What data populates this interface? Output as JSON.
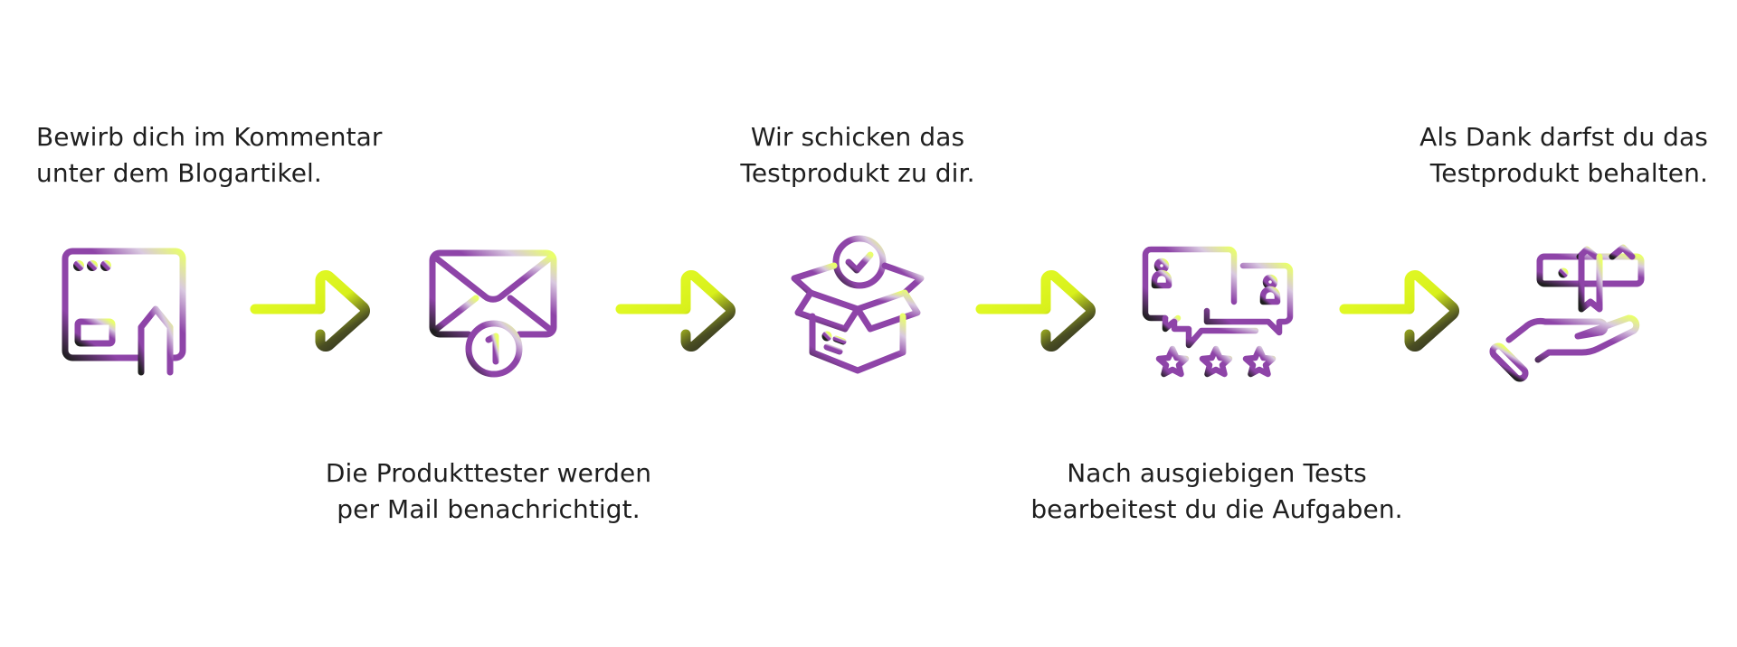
{
  "diagram": {
    "type": "process-flow",
    "colors": {
      "purple": "#8e44a8",
      "lime": "#e6ff2a",
      "dark": "#2a2a26",
      "text": "#1f1f1f",
      "background": "#ffffff"
    },
    "steps": [
      {
        "index": 1,
        "icon": "web-page-edit-icon",
        "text_position": "top",
        "lines": [
          "Bewirb dich im Kommentar",
          "unter dem Blogartikel."
        ]
      },
      {
        "index": 2,
        "icon": "envelope-notification-icon",
        "badge": "1",
        "text_position": "bottom",
        "lines": [
          "Die Produkttester werden",
          "per Mail benachrichtigt."
        ]
      },
      {
        "index": 3,
        "icon": "open-box-check-icon",
        "text_position": "top",
        "lines": [
          "Wir schicken das",
          "Testprodukt zu dir."
        ]
      },
      {
        "index": 4,
        "icon": "review-chat-stars-icon",
        "stars": 3,
        "text_position": "bottom",
        "lines": [
          "Nach ausgiebigen Tests",
          "bearbeitest du die Aufgaben."
        ]
      },
      {
        "index": 5,
        "icon": "hand-gift-icon",
        "text_position": "top",
        "lines": [
          "Als Dank darfst du das",
          "Testprodukt behalten."
        ]
      }
    ],
    "connectors": [
      {
        "from": 1,
        "to": 2,
        "icon": "arrow-right-icon"
      },
      {
        "from": 2,
        "to": 3,
        "icon": "arrow-right-icon"
      },
      {
        "from": 3,
        "to": 4,
        "icon": "arrow-right-icon"
      },
      {
        "from": 4,
        "to": 5,
        "icon": "arrow-right-icon"
      }
    ]
  }
}
